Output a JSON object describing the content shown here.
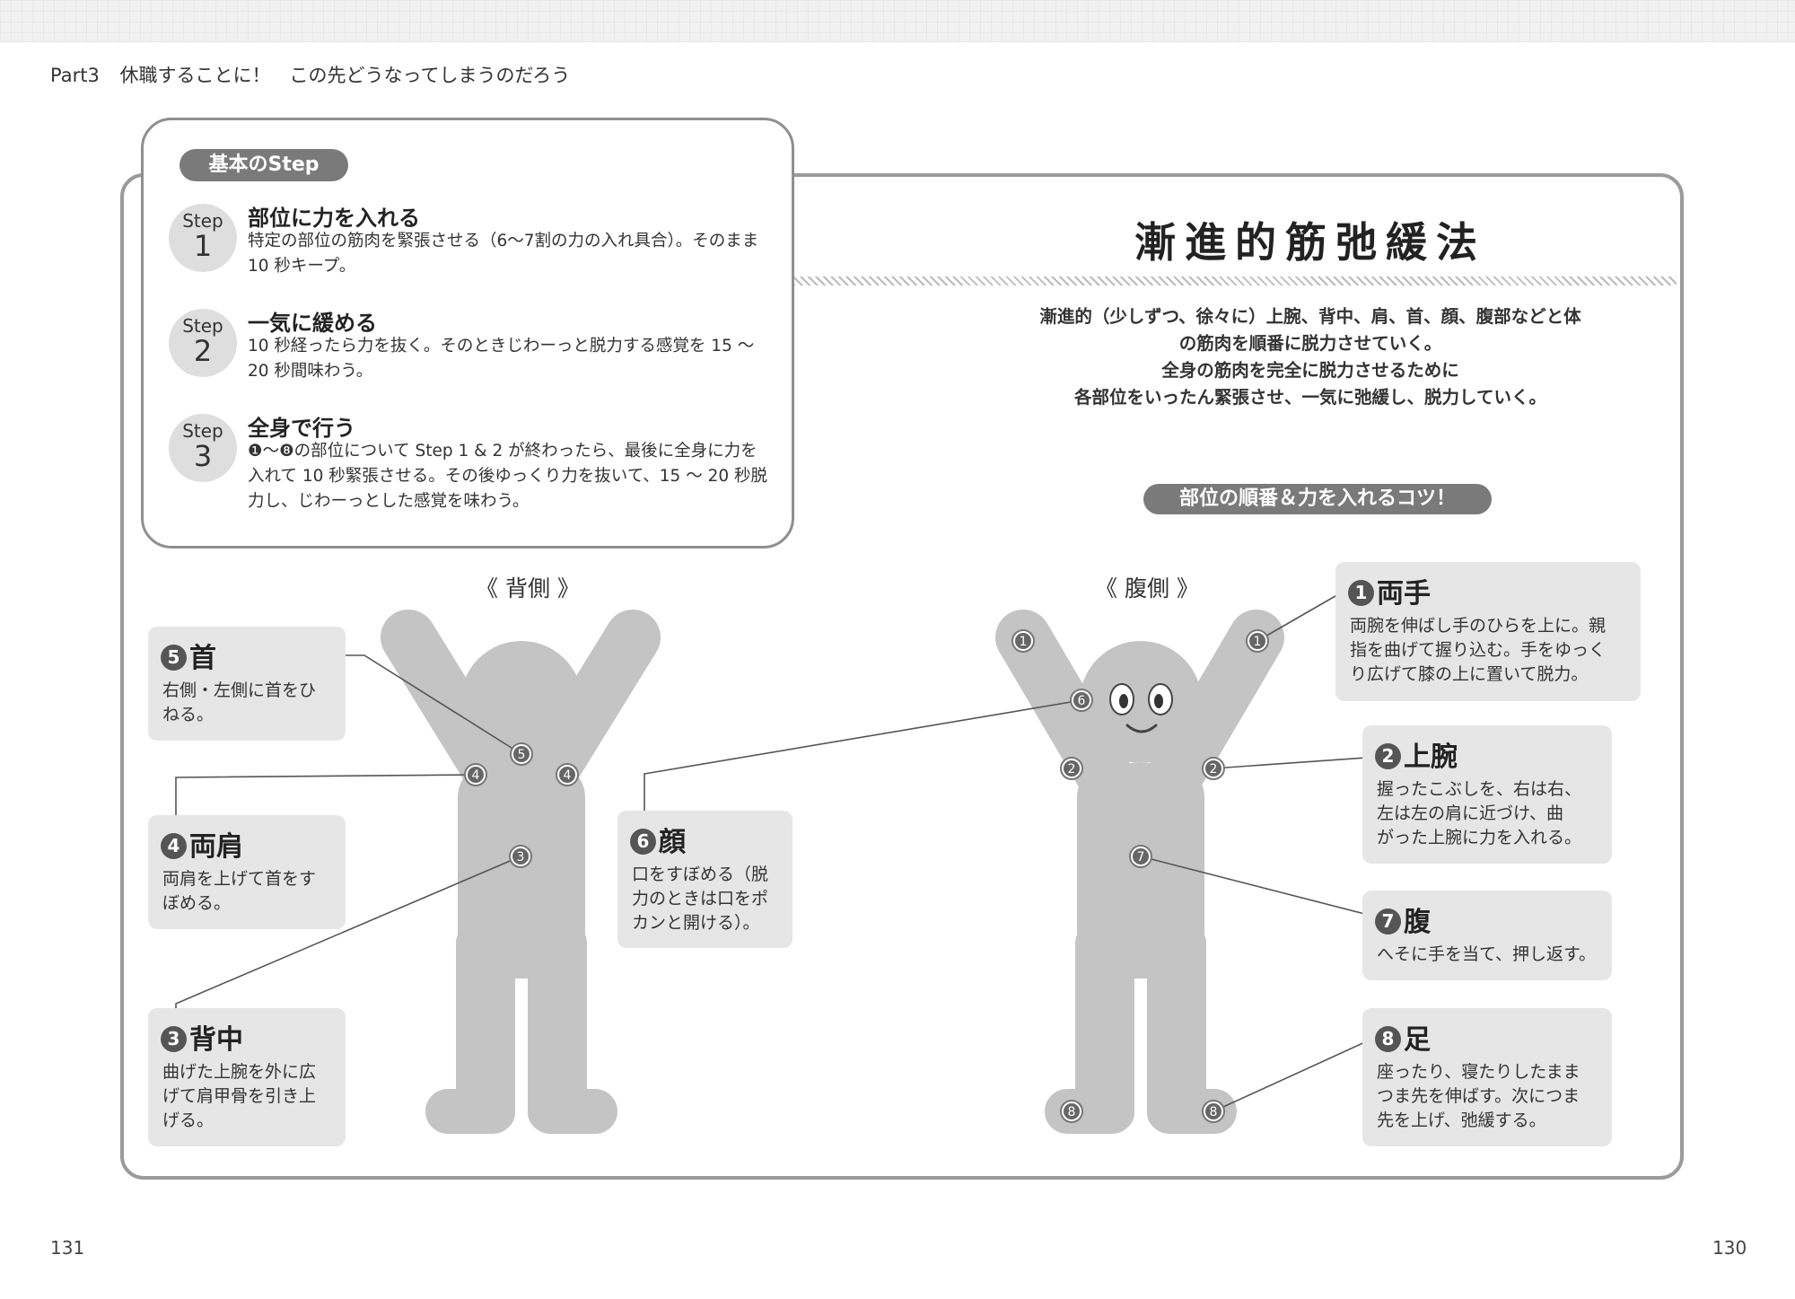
{
  "header": {
    "part": "Part3",
    "title": "休職することに！　この先どうなってしまうのだろう"
  },
  "page_left": "131",
  "page_right": "130",
  "steps": {
    "pill": "基本のStep",
    "items": [
      {
        "step_word": "Step",
        "num": "1",
        "title": "部位に力を入れる",
        "text": "特定の部位の筋肉を緊張させる（6～7割の力の入れ具合）。そのまま 10 秒キープ。"
      },
      {
        "step_word": "Step",
        "num": "2",
        "title": "一気に緩める",
        "text": "10 秒経ったら力を抜く。そのときじわーっと脱力する感覚を 15 ～ 20 秒間味わう。"
      },
      {
        "step_word": "Step",
        "num": "3",
        "title": "全身で行う",
        "text": "❶～❽の部位について Step 1 & 2 が終わったら、最後に全身に力を入れて 10 秒緊張させる。その後ゆっくり力を抜いて、15 ～ 20 秒脱力し、じわーっとした感覚を味わう。"
      }
    ]
  },
  "main_title": "漸進的筋弛緩法",
  "intro": [
    "漸進的（少しずつ、徐々に）上腕、背中、肩、首、顔、腹部などと体",
    "の筋肉を順番に脱力させていく。",
    "全身の筋肉を完全に脱力させるために",
    "各部位をいったん緊張させ、一気に弛緩し、脱力していく。"
  ],
  "tips_pill": "部位の順番＆力を入れるコツ！",
  "back_label": "《 背側 》",
  "front_label": "《 腹側 》",
  "labels": {
    "neck": {
      "num": "5",
      "title": "首",
      "text": [
        "右側・左側に首をひ",
        "ねる。"
      ]
    },
    "shoulders": {
      "num": "4",
      "title": "両肩",
      "text": [
        "両肩を上げて首をす",
        "ぼめる。"
      ]
    },
    "back": {
      "num": "3",
      "title": "背中",
      "text": [
        "曲げた上腕を外に広",
        "げて肩甲骨を引き上",
        "げる。"
      ]
    },
    "face": {
      "num": "6",
      "title": "顔",
      "text": [
        "口をすぼめる（脱",
        "力のときは口をポ",
        "カンと開ける）。"
      ]
    },
    "hands": {
      "num": "1",
      "title": "両手",
      "text": [
        "両腕を伸ばし手のひらを上に。親",
        "指を曲げて握り込む。手をゆっく",
        "り広げて膝の上に置いて脱力。"
      ]
    },
    "upper_arm": {
      "num": "2",
      "title": "上腕",
      "text": [
        "握ったこぶしを、右は右、",
        "左は左の肩に近づけ、曲",
        "がった上腕に力を入れる。"
      ]
    },
    "belly": {
      "num": "7",
      "title": "腹",
      "text": [
        "へそに手を当て、押し返す。"
      ]
    },
    "feet": {
      "num": "8",
      "title": "足",
      "text": [
        "座ったり、寝たりしたまま",
        "つま先を伸ばす。次につま",
        "先を上げ、弛緩する。"
      ]
    }
  },
  "markers": {
    "m1": "1",
    "m2": "2",
    "m3": "3",
    "m4": "4",
    "m5": "5",
    "m6": "6",
    "m7": "7",
    "m8": "8"
  },
  "colors": {
    "figure": "#c4c4c4",
    "box": "#e6e6e6",
    "pill": "#7a7a7a",
    "frame": "#9a9a9a"
  }
}
